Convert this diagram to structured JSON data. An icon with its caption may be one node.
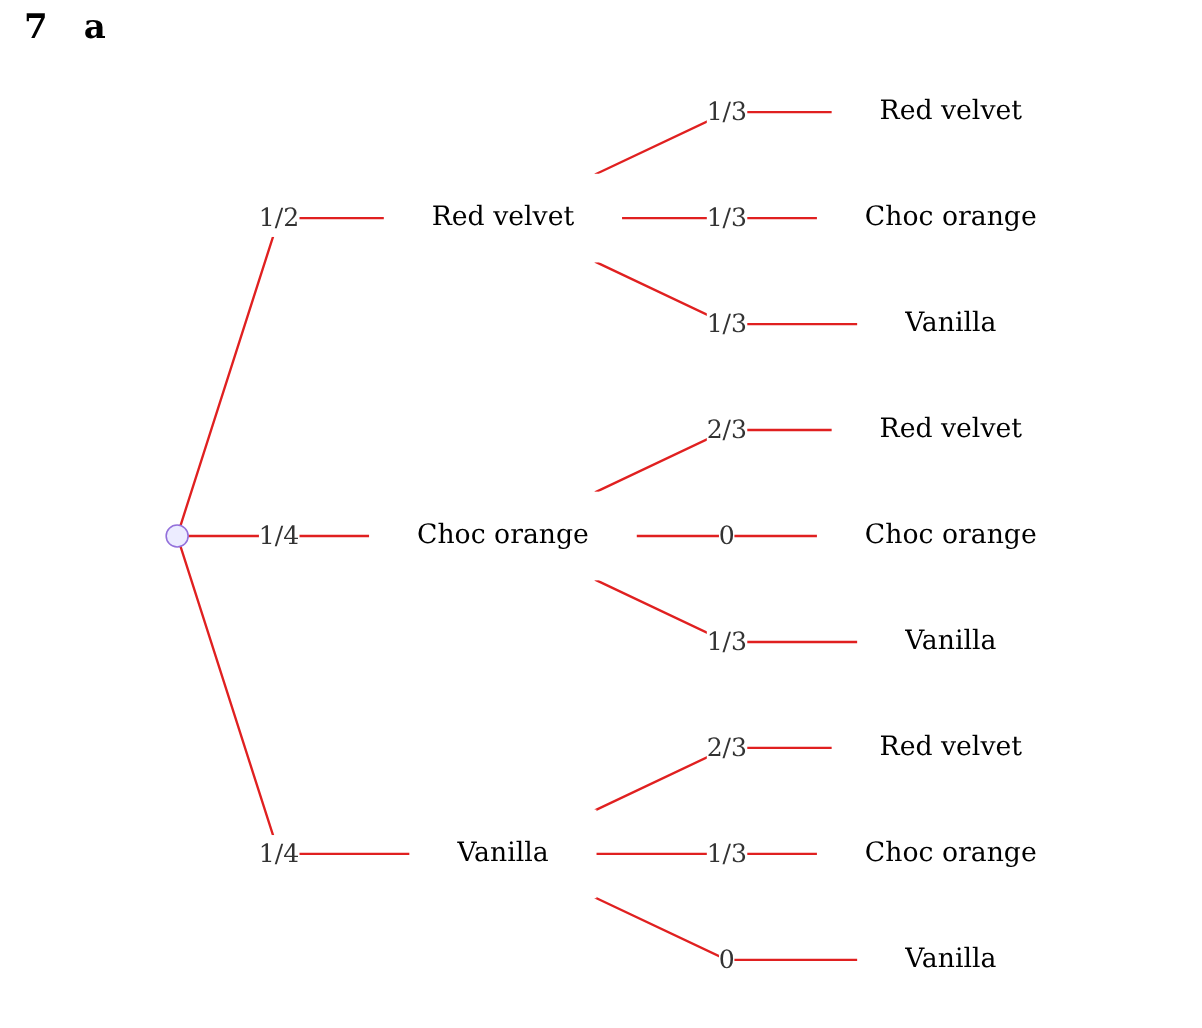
{
  "diagram": {
    "nodes": [
      {
        "text": [],
        "shape": "circle"
      },
      {
        "text": [
          "Red velvet"
        ]
      },
      {
        "text": [
          "Choc orange"
        ]
      },
      {
        "text": [
          "Vanilla"
        ]
      },
      {
        "text": [
          "Red velvet"
        ]
      },
      {
        "text": [
          "Choc orange"
        ]
      },
      {
        "text": [
          "Vanilla"
        ]
      },
      {
        "text": [
          "Red velvet"
        ]
      },
      {
        "text": [
          "Choc orange"
        ]
      },
      {
        "text": [
          "Vanilla"
        ]
      },
      {
        "text": [
          "Red velvet"
        ]
      },
      {
        "text": [
          "Choc orange"
        ]
      },
      {
        "text": [
          "Vanilla"
        ]
      }
    ],
    "edges": [
      {
        "from": 0,
        "to": 1,
        "arrow": "none",
        "label": "1/2"
      },
      {
        "from": 0,
        "to": 2,
        "arrow": "none",
        "label": "1/4"
      },
      {
        "from": 0,
        "to": 3,
        "arrow": "none",
        "label": "1/4"
      },
      {
        "from": 1,
        "to": 4,
        "arrow": "none",
        "label": "1/3"
      },
      {
        "from": 1,
        "to": 5,
        "arrow": "none",
        "label": "1/3"
      },
      {
        "from": 1,
        "to": 6,
        "arrow": "none",
        "label": "1/3"
      },
      {
        "from": 2,
        "to": 7,
        "arrow": "none",
        "label": "2/3"
      },
      {
        "from": 2,
        "to": 8,
        "arrow": "none",
        "label": "0"
      },
      {
        "from": 2,
        "to": 9,
        "arrow": "none",
        "label": "1/3"
      },
      {
        "from": 3,
        "to": 10,
        "arrow": "none",
        "label": "2/3"
      },
      {
        "from": 3,
        "to": 11,
        "arrow": "none",
        "label": "1/3"
      },
      {
        "from": 3,
        "to": 12,
        "arrow": "none",
        "label": "0"
      }
    ],
    "labels": [
      "7",
      "a"
    ]
  }
}
